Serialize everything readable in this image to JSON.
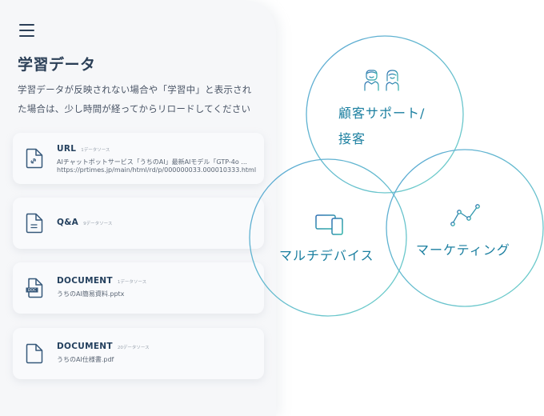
{
  "menu": {
    "icon": "hamburger-menu-icon"
  },
  "page": {
    "title": "学習データ",
    "description_line1": "学習データが反映されない場合や「学習中」と表示され",
    "description_line2": "た場合は、少し時間が経ってからリロードしてください"
  },
  "sources": [
    {
      "icon": "file-link-icon",
      "type": "URL",
      "count": "1データソース",
      "line1": "AIチャットボットサービス「うちのAI」最新AIモデル「GTP-4o ...",
      "line2": "https://prtimes.jp/main/html/rd/p/000000033.000010333.html"
    },
    {
      "icon": "file-text-icon",
      "type": "Q&A",
      "count": "9データソース"
    },
    {
      "icon": "file-doc-icon",
      "type": "DOCUMENT",
      "count": "1データソース",
      "line1": "うちのAI簡易資料.pptx"
    },
    {
      "icon": "file-icon",
      "type": "DOCUMENT",
      "count": "20データソース",
      "line1": "うちのAI仕様書.pdf"
    }
  ],
  "features": [
    {
      "icon": "customer-support-people-icon",
      "label_line1": "顧客サポート/",
      "label_line2": "接客"
    },
    {
      "icon": "multi-device-icon",
      "label": "マルチデバイス"
    },
    {
      "icon": "trend-line-chart-icon",
      "label": "マーケティング"
    }
  ],
  "colors": {
    "circle_gradient_start": "#5aa7d4",
    "circle_gradient_end": "#6fd0c9",
    "label_text": "#1b7fa0",
    "title_text": "#2b3f57"
  }
}
